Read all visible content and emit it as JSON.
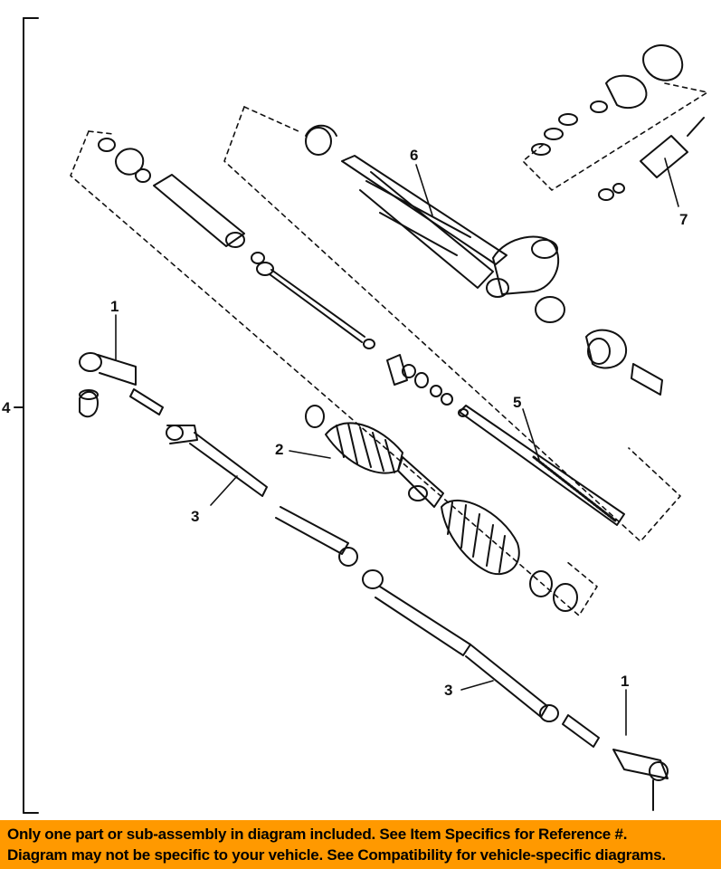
{
  "diagram": {
    "callouts": {
      "assembly": "4",
      "tie_rod_end_left": "1",
      "tie_rod_end_right": "1",
      "boot": "2",
      "tie_rod_left": "3",
      "tie_rod_right": "3",
      "rack": "5",
      "housing": "6",
      "pinion": "7"
    }
  },
  "notice": {
    "line1": "Only one part or sub-assembly in diagram included. See Item Specifics for Reference #.",
    "line2": "Diagram may not be specific to your vehicle. See Compatibility for vehicle-specific diagrams.",
    "background": "#ff9900"
  }
}
